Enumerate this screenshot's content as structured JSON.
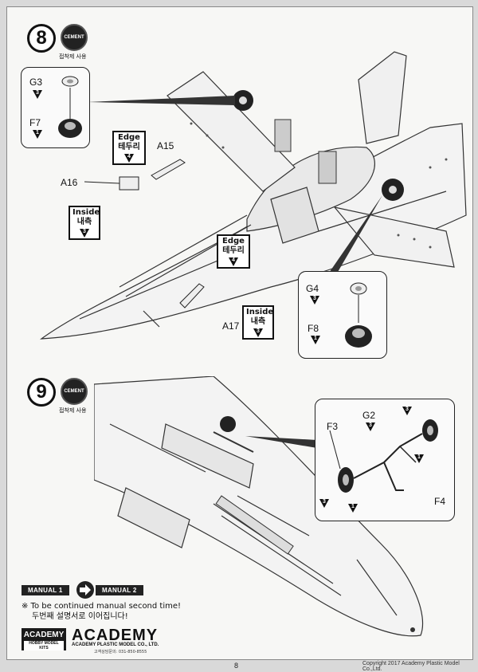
{
  "page": {
    "number": "8",
    "copyright": "Copyright 2017 Academy Plastic Model Co.,Ltd."
  },
  "cement": {
    "icon_text": "CEMENT",
    "label": "접착제 사용"
  },
  "step8": {
    "number": "8",
    "parts": {
      "g3": {
        "id": "G3",
        "qty": "3"
      },
      "f7": {
        "id": "F7",
        "qty": "1"
      },
      "a15": "A15",
      "a16": "A16",
      "a17": "A17",
      "g4": {
        "id": "G4",
        "qty": "3"
      },
      "f8": {
        "id": "F8",
        "qty": "1"
      }
    },
    "callouts": {
      "edge_top": {
        "en": "Edge",
        "ko": "테두리",
        "qty": "4"
      },
      "inside_left": {
        "en": "Inside",
        "ko": "내측",
        "qty": "3"
      },
      "edge_mid": {
        "en": "Edge",
        "ko": "테두리",
        "qty": "4"
      },
      "inside_right": {
        "en": "Inside",
        "ko": "내측",
        "qty": "3"
      }
    }
  },
  "step9": {
    "number": "9",
    "parts": {
      "f3": {
        "id": "F3",
        "qty_a": "3",
        "qty_b": "1"
      },
      "g2": {
        "id": "G2",
        "qty": "3"
      },
      "f4": {
        "id": "F4",
        "qty_a": "3",
        "qty_b": "1"
      }
    }
  },
  "manual": {
    "from": "MANUAL 1",
    "to": "MANUAL 2",
    "note_en": "※ To be continued manual second time!",
    "note_ko": "두번째 설명서로 이어집니다!"
  },
  "brand": {
    "badge_top": "ACADEMY",
    "badge_bottom": "HOBBY MODEL KITS",
    "wordmark": "ACADEMY",
    "company": "ACADEMY PLASTIC MODEL CO., LTD.",
    "phone": "고객상담문의: 031-850-8555"
  }
}
